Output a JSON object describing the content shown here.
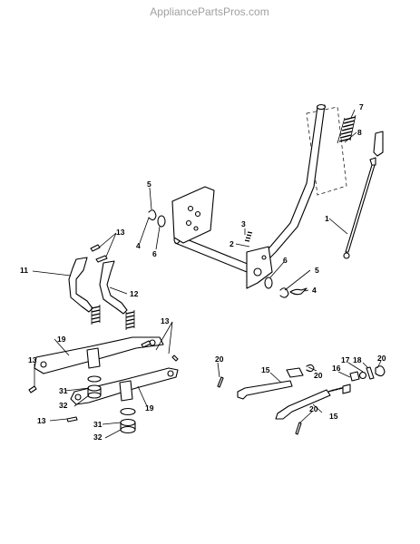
{
  "watermark": "AppliancePartsPros.com",
  "callouts": [
    {
      "id": "c1",
      "label": "1"
    },
    {
      "id": "c2",
      "label": "2"
    },
    {
      "id": "c3",
      "label": "3"
    },
    {
      "id": "c4a",
      "label": "4"
    },
    {
      "id": "c4b",
      "label": "4"
    },
    {
      "id": "c5a",
      "label": "5"
    },
    {
      "id": "c5b",
      "label": "5"
    },
    {
      "id": "c6a",
      "label": "6"
    },
    {
      "id": "c6b",
      "label": "6"
    },
    {
      "id": "c7",
      "label": "7"
    },
    {
      "id": "c8",
      "label": "8"
    },
    {
      "id": "c11",
      "label": "11"
    },
    {
      "id": "c12",
      "label": "12"
    },
    {
      "id": "c13a",
      "label": "13"
    },
    {
      "id": "c13b",
      "label": "13"
    },
    {
      "id": "c13c",
      "label": "13"
    },
    {
      "id": "c13d",
      "label": "13"
    },
    {
      "id": "c15a",
      "label": "15"
    },
    {
      "id": "c15b",
      "label": "15"
    },
    {
      "id": "c16",
      "label": "16"
    },
    {
      "id": "c17",
      "label": "17"
    },
    {
      "id": "c18",
      "label": "18"
    },
    {
      "id": "c19a",
      "label": "19"
    },
    {
      "id": "c19b",
      "label": "19"
    },
    {
      "id": "c20a",
      "label": "20"
    },
    {
      "id": "c20b",
      "label": "20"
    },
    {
      "id": "c20c",
      "label": "20"
    },
    {
      "id": "c20d",
      "label": "20"
    },
    {
      "id": "c31a",
      "label": "31"
    },
    {
      "id": "c31b",
      "label": "31"
    },
    {
      "id": "c32a",
      "label": "32"
    },
    {
      "id": "c32b",
      "label": "32"
    }
  ]
}
